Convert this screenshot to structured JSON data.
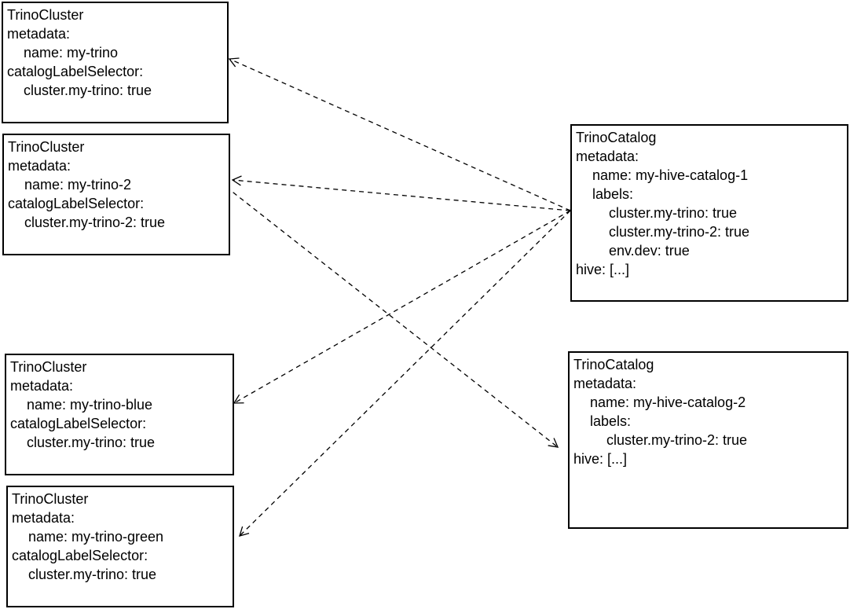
{
  "clusters": [
    {
      "kind": "TrinoCluster",
      "metadata_key": "metadata:",
      "name_line": "name: my-trino",
      "selector_key": "catalogLabelSelector:",
      "selector_line": "cluster.my-trino: true"
    },
    {
      "kind": "TrinoCluster",
      "metadata_key": "metadata:",
      "name_line": "name: my-trino-2",
      "selector_key": "catalogLabelSelector:",
      "selector_line": "cluster.my-trino-2: true"
    },
    {
      "kind": "TrinoCluster",
      "metadata_key": "metadata:",
      "name_line": "name: my-trino-blue",
      "selector_key": "catalogLabelSelector:",
      "selector_line": "cluster.my-trino: true"
    },
    {
      "kind": "TrinoCluster",
      "metadata_key": "metadata:",
      "name_line": "name: my-trino-green",
      "selector_key": "catalogLabelSelector:",
      "selector_line": "cluster.my-trino: true"
    }
  ],
  "catalogs": [
    {
      "kind": "TrinoCatalog",
      "metadata_key": "metadata:",
      "name_line": "name: my-hive-catalog-1",
      "labels_key": "labels:",
      "labels": [
        "cluster.my-trino: true",
        "cluster.my-trino-2: true",
        "env.dev: true"
      ],
      "hive_line": "hive: [...]"
    },
    {
      "kind": "TrinoCatalog",
      "metadata_key": "metadata:",
      "name_line": "name: my-hive-catalog-2",
      "labels_key": "labels:",
      "labels": [
        "cluster.my-trino-2: true"
      ],
      "hive_line": "hive: [...]"
    }
  ],
  "style": {
    "stroke": "#000000",
    "background": "#ffffff"
  }
}
